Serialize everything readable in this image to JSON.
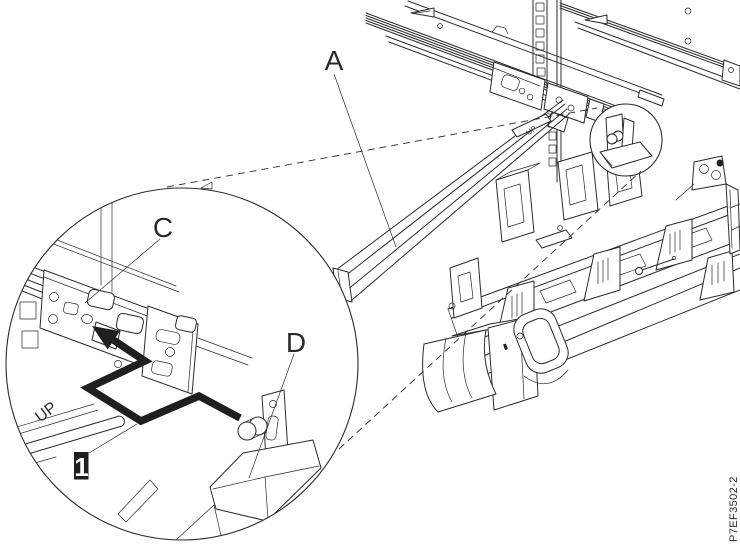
{
  "figure": {
    "callouts": {
      "a": "A",
      "c": "C",
      "d": "D",
      "step": "1"
    },
    "annotations": {
      "up_large": "UP",
      "up_small": "UP"
    },
    "figure_id": "P7EF3502-2",
    "colors": {
      "line": "#2b2b2b",
      "background": "#ffffff",
      "emphasis": "#1f1f1f"
    }
  }
}
